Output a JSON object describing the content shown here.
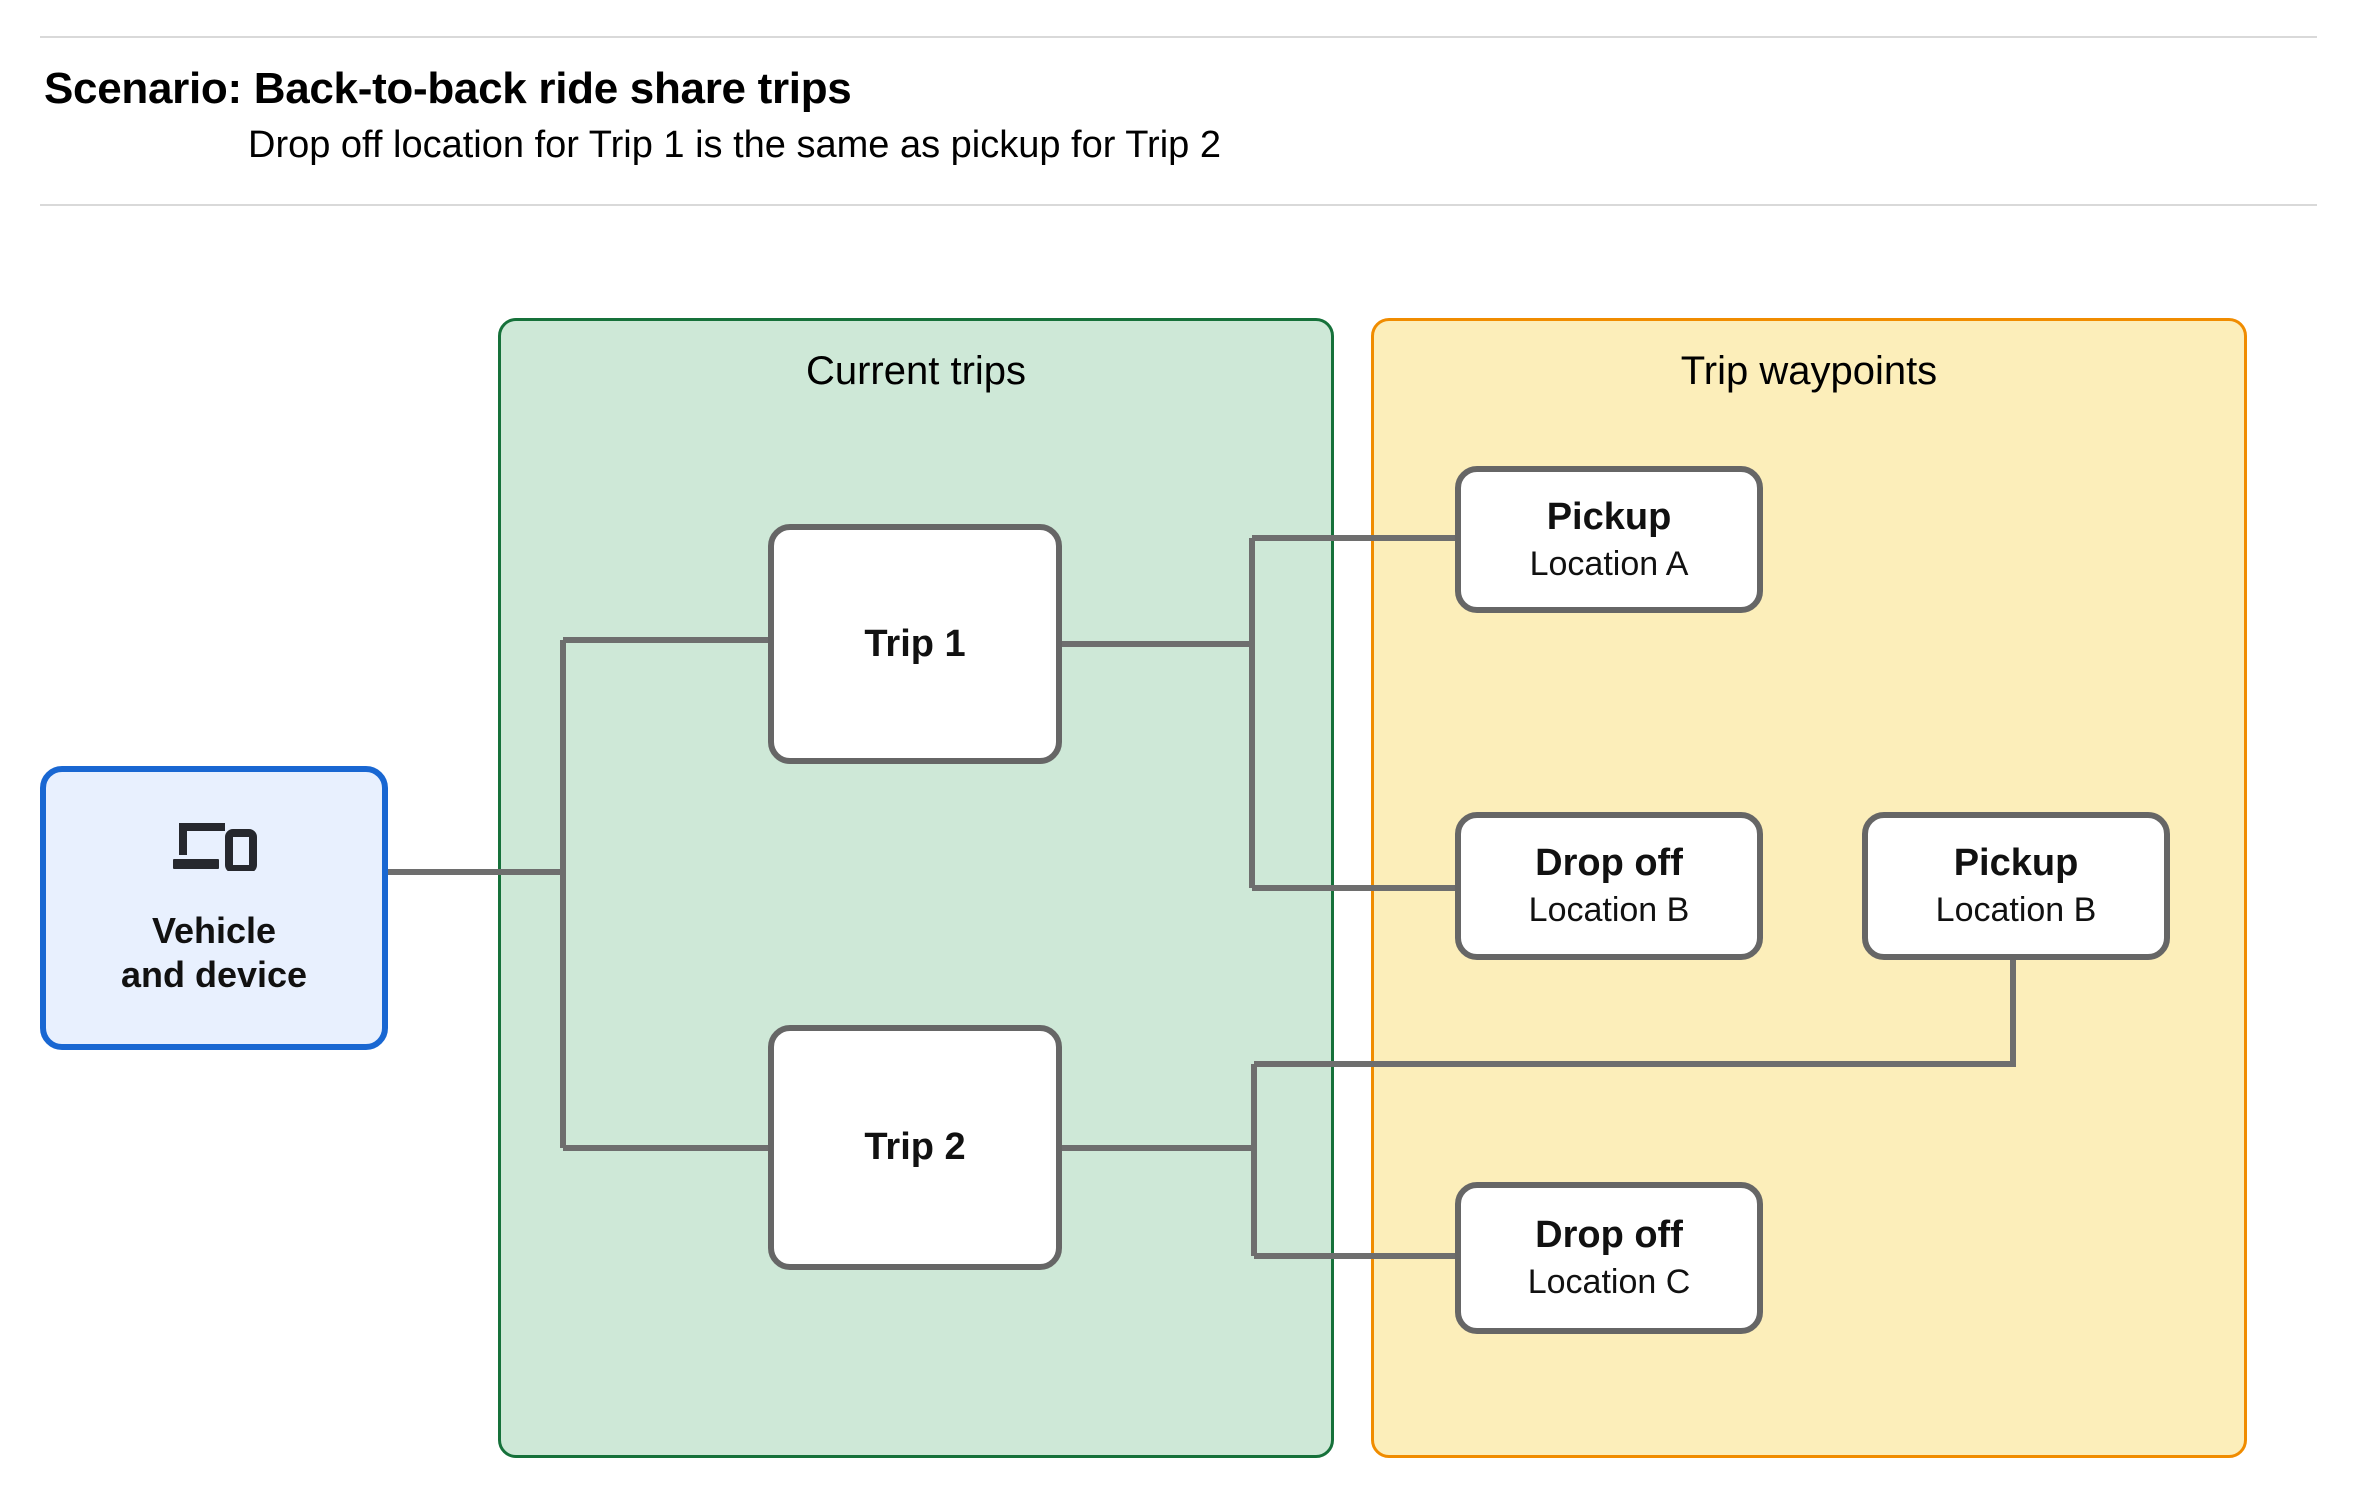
{
  "header": {
    "title": "Scenario: Back-to-back ride share trips",
    "subtitle": "Drop off  location for Trip 1 is the same as pickup for Trip 2"
  },
  "panels": {
    "trips": {
      "title": "Current trips",
      "fill": "#cee8d7",
      "border": "#16713a"
    },
    "waypoints": {
      "title": "Trip waypoints",
      "fill": "#fceeba",
      "border": "#f08c00"
    }
  },
  "vehicle": {
    "label": "Vehicle\nand device",
    "icon": "devices-icon",
    "fill": "#e8f0fe",
    "border": "#1967d2"
  },
  "trips": [
    {
      "label": "Trip 1"
    },
    {
      "label": "Trip 2"
    }
  ],
  "waypoints": [
    {
      "kind": "Pickup",
      "location": "Location A"
    },
    {
      "kind": "Drop off",
      "location": "Location B"
    },
    {
      "kind": "Pickup",
      "location": "Location B"
    },
    {
      "kind": "Drop off",
      "location": "Location C"
    }
  ],
  "connectors": {
    "stroke": "#6e6e6e",
    "edges": [
      "vehicle -> trip-1",
      "vehicle -> trip-2",
      "trip-1 -> pickup-location-a",
      "trip-1 -> dropoff-location-b",
      "trip-2 -> pickup-location-b",
      "trip-2 -> dropoff-location-c"
    ]
  }
}
